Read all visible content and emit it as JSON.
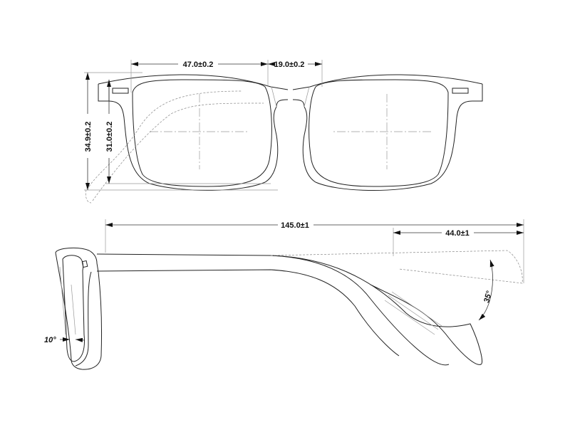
{
  "front_view": {
    "lens_width": "47.0±0.2",
    "bridge_width": "19.0±0.2",
    "frame_height": "34.9±0.2",
    "lens_height": "31.0±0.2"
  },
  "side_view": {
    "temple_length": "145.0±1",
    "bend_length": "44.0±1",
    "bend_angle": "35°",
    "tilt_angle": "10°"
  },
  "colors": {
    "line": "#222222",
    "construction": "#999999"
  }
}
